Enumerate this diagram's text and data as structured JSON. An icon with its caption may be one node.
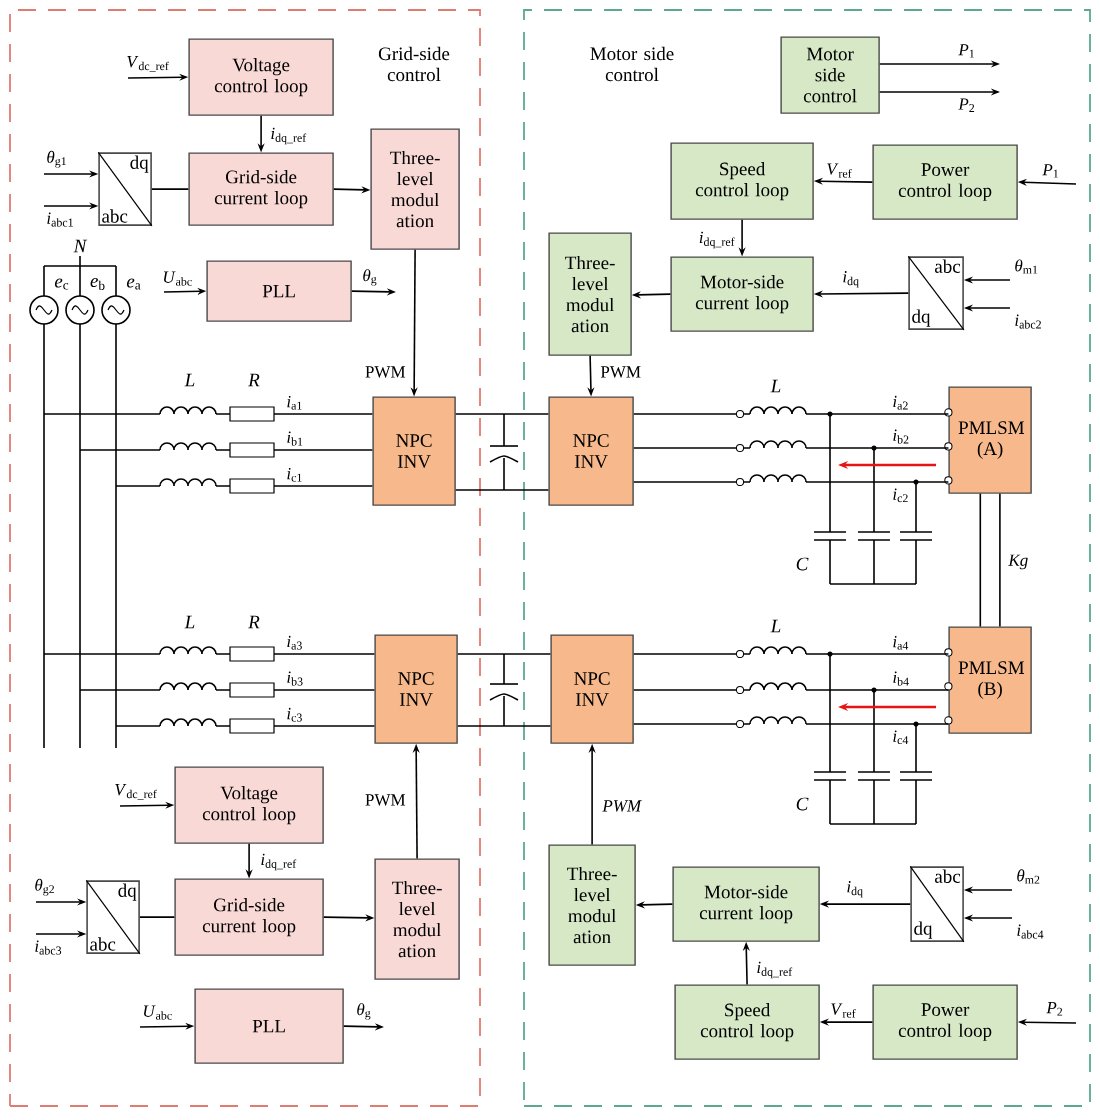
{
  "diagram": {
    "nodes": [
      {
        "text": [
          "Grid-side control"
        ]
      },
      {
        "text": [
          "Motor side control"
        ]
      },
      {
        "text": [
          "Voltage control loop"
        ],
        "in": 0
      },
      {
        "text": [
          "dq",
          "abc"
        ],
        "in": 0
      },
      {
        "text": [
          "Grid-side current loop"
        ],
        "in": 0
      },
      {
        "text": [
          "Three- level modul ation"
        ],
        "in": 0
      },
      {
        "text": [
          "PLL"
        ],
        "in": 0
      },
      {
        "text": [
          "NPC INV"
        ],
        "in": 0
      },
      {
        "text": [
          "NPC INV"
        ],
        "in": 0
      },
      {
        "text": [
          "Voltage control loop"
        ],
        "in": 0
      },
      {
        "text": [
          "dq",
          "abc"
        ],
        "in": 0
      },
      {
        "text": [
          "Grid-side current loop"
        ],
        "in": 0
      },
      {
        "text": [
          "Three- level modul ation"
        ],
        "in": 0
      },
      {
        "text": [
          "PLL"
        ],
        "in": 0
      },
      {
        "text": [
          "Motor side control"
        ],
        "in": 1
      },
      {
        "text": [
          "Speed control loop"
        ],
        "in": 1
      },
      {
        "text": [
          "Power control loop"
        ],
        "in": 1
      },
      {
        "text": [
          "Three- level modul ation"
        ],
        "in": 1
      },
      {
        "text": [
          "Motor-side current loop"
        ],
        "in": 1
      },
      {
        "text": [
          "abc",
          "dq"
        ],
        "in": 1
      },
      {
        "text": [
          "NPC INV"
        ],
        "in": 1
      },
      {
        "text": [
          "PMLSM (A)"
        ],
        "in": 1
      },
      {
        "text": [
          "NPC INV"
        ],
        "in": 1
      },
      {
        "text": [
          "PMLSM (B)"
        ],
        "in": 1
      },
      {
        "text": [
          "Three- level modul ation"
        ],
        "in": 1
      },
      {
        "text": [
          "Motor-side current loop"
        ],
        "in": 1
      },
      {
        "text": [
          "abc",
          "dq"
        ],
        "in": 1
      },
      {
        "text": [
          "Speed control loop"
        ],
        "in": 1
      },
      {
        "text": [
          "Power control loop"
        ],
        "in": 1
      }
    ],
    "edges": [
      {
        "from": null,
        "to": 2,
        "arrow": "to",
        "label": "*V*$_{dc_ref}$"
      },
      {
        "from": 2,
        "to": 4,
        "arrow": "to",
        "label": "*i*$_{dq_ref}$"
      },
      {
        "from": null,
        "to": 3,
        "arrow": "to",
        "label": "*θ*$_{g1}$"
      },
      {
        "from": null,
        "to": 3,
        "arrow": "to",
        "label": "*i*$_{abc1}$"
      },
      {
        "from": 3,
        "to": 4,
        "arrow": "none"
      },
      {
        "from": 4,
        "to": 5,
        "arrow": "to"
      },
      {
        "from": null,
        "to": 6,
        "arrow": "to",
        "label": "*U*$_{abc}$"
      },
      {
        "from": 6,
        "to": null,
        "arrow": "to",
        "label": "*θ*$_{g}$"
      },
      {
        "from": 5,
        "to": 7,
        "arrow": "to",
        "label": "PWM"
      },
      {
        "from": null,
        "to": 7,
        "arrow": "none",
        "label": "*i*$_{a1}$"
      },
      {
        "from": null,
        "to": 7,
        "arrow": "none",
        "label": "*i*$_{b1}$"
      },
      {
        "from": null,
        "to": 7,
        "arrow": "none",
        "label": "*i*$_{c1}$"
      },
      {
        "from": null,
        "to": 8,
        "arrow": "none",
        "label": "*i*$_{a3}$"
      },
      {
        "from": null,
        "to": 8,
        "arrow": "none",
        "label": "*i*$_{b3}$"
      },
      {
        "from": null,
        "to": 8,
        "arrow": "none",
        "label": "*i*$_{c3}$"
      },
      {
        "from": 7,
        "to": 20,
        "arrow": "none"
      },
      {
        "from": 7,
        "to": 20,
        "arrow": "none"
      },
      {
        "from": 8,
        "to": 22,
        "arrow": "none"
      },
      {
        "from": 8,
        "to": 22,
        "arrow": "none"
      },
      {
        "from": 20,
        "to": 21,
        "arrow": "none",
        "label": "*i*$_{a2}$"
      },
      {
        "from": 20,
        "to": 21,
        "arrow": "none",
        "label": "*i*$_{b2}$"
      },
      {
        "from": 20,
        "to": 21,
        "arrow": "none",
        "label": "*i*$_{c2}$"
      },
      {
        "from": 22,
        "to": 23,
        "arrow": "none",
        "label": "*i*$_{a4}$"
      },
      {
        "from": 22,
        "to": 23,
        "arrow": "none",
        "label": "*i*$_{b4}$"
      },
      {
        "from": 22,
        "to": 23,
        "arrow": "none",
        "label": "*i*$_{c4}$"
      },
      {
        "from": 21,
        "to": 23,
        "arrow": "none",
        "label": "Kg",
        "style": "thick"
      },
      {
        "from": 14,
        "to": null,
        "arrow": "to",
        "label": "*P*$_{1}$"
      },
      {
        "from": 14,
        "to": null,
        "arrow": "to",
        "label": "*P*$_{2}$"
      },
      {
        "from": null,
        "to": 16,
        "arrow": "to",
        "label": "*P*$_{1}$"
      },
      {
        "from": 16,
        "to": 15,
        "arrow": "to",
        "label": "*V*$_{ref}$"
      },
      {
        "from": 15,
        "to": 18,
        "arrow": "to",
        "label": "*i*$_{dq_ref}$"
      },
      {
        "from": 19,
        "to": 18,
        "arrow": "to",
        "label": "*i*$_{dq}$"
      },
      {
        "from": null,
        "to": 19,
        "arrow": "to",
        "label": "*θ*$_{m1}$"
      },
      {
        "from": null,
        "to": 19,
        "arrow": "to",
        "label": "*i*$_{abc2}$"
      },
      {
        "from": 18,
        "to": 17,
        "arrow": "to"
      },
      {
        "from": 17,
        "to": 20,
        "arrow": "to",
        "label": "PWM"
      },
      {
        "from": 24,
        "to": 22,
        "arrow": "to",
        "label": "PWM"
      },
      {
        "from": 25,
        "to": 24,
        "arrow": "to"
      },
      {
        "from": 26,
        "to": 25,
        "arrow": "to",
        "label": "*i*$_{dq}$"
      },
      {
        "from": null,
        "to": 26,
        "arrow": "to",
        "label": "*θ*$_{m2}$"
      },
      {
        "from": null,
        "to": 26,
        "arrow": "to",
        "label": "*i*$_{abc4}$"
      },
      {
        "from": 27,
        "to": 25,
        "arrow": "to",
        "label": "*i*$_{dq_ref}$"
      },
      {
        "from": 28,
        "to": 27,
        "arrow": "to",
        "label": "*V*$_{ref}$"
      },
      {
        "from": null,
        "to": 28,
        "arrow": "to",
        "label": "*P*$_{2}$"
      },
      {
        "from": null,
        "to": 9,
        "arrow": "to",
        "label": "*V*$_{dc_ref}$"
      },
      {
        "from": 9,
        "to": 11,
        "arrow": "to",
        "label": "*i*$_{dq_ref}$"
      },
      {
        "from": null,
        "to": 10,
        "arrow": "to",
        "label": "*θ*$_{g2}$"
      },
      {
        "from": null,
        "to": 10,
        "arrow": "to",
        "label": "*i*$_{abc3}$"
      },
      {
        "from": 10,
        "to": 11,
        "arrow": "none"
      },
      {
        "from": 11,
        "to": 12,
        "arrow": "to"
      },
      {
        "from": 12,
        "to": 8,
        "arrow": "to",
        "label": "PWM"
      },
      {
        "from": null,
        "to": 13,
        "arrow": "to",
        "label": "*U*$_{abc}$"
      },
      {
        "from": 13,
        "to": null,
        "arrow": "to",
        "label": "*θ*$_{g}$"
      }
    ],
    "labels": [
      "N",
      "*e*$_{c}$",
      "*e*$_{b}$",
      "*e*$_{a}$",
      "L",
      "R",
      "L",
      "C",
      "L",
      "R",
      "L",
      "C"
    ]
  }
}
